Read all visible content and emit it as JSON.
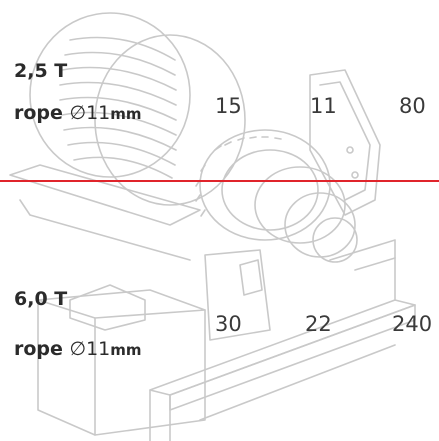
{
  "spec_top": {
    "capacity": "2,5 T",
    "rope_prefix": "rope ",
    "rope_diameter": "∅11",
    "rope_unit": "mm",
    "values": [
      "15",
      "11",
      "80"
    ]
  },
  "spec_bottom": {
    "capacity": "6,0 T",
    "rope_prefix": "rope ",
    "rope_diameter": "∅11",
    "rope_unit": "mm",
    "values": [
      "30",
      "22",
      "240"
    ]
  },
  "colors": {
    "divider": "#e0242b",
    "line_art": "#c8c8c8",
    "text": "#2b2b2b"
  }
}
